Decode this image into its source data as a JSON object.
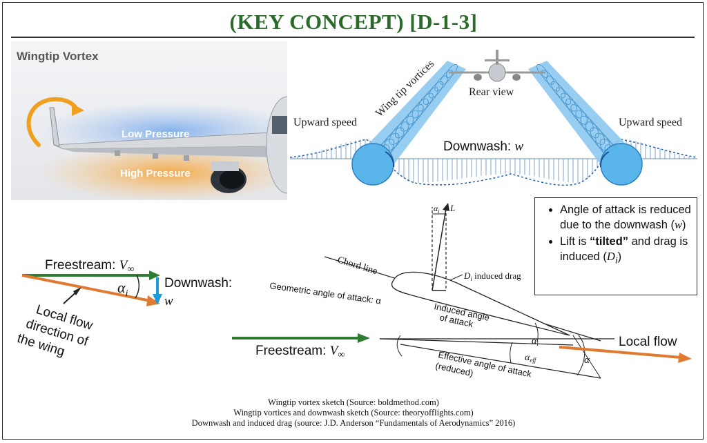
{
  "title": "(KEY CONCEPT) [D-1-3]",
  "photo": {
    "label": "Wingtip Vortex",
    "low_pressure": "Low Pressure",
    "high_pressure": "High Pressure"
  },
  "rear_view": {
    "upward_speed_left": "Upward speed",
    "upward_speed_right": "Upward speed",
    "vortices_label": "Wing tip vortices",
    "rear_view_label": "Rear view",
    "downwash_label": "Downwash: ",
    "downwash_symbol": "w"
  },
  "triangle": {
    "freestream_label": "Freestream: ",
    "freestream_symbol": "V",
    "freestream_sub": "∞",
    "alpha": "α",
    "alpha_sub": "i",
    "downwash_label": "Downwash:",
    "downwash_symbol": "w",
    "local_flow_lines": [
      "Local flow",
      "direction of",
      "the wing"
    ]
  },
  "airfoil": {
    "chord_line": "Chord line",
    "induced_drag": "induced drag",
    "drag_symbol": "D",
    "drag_sub": "i",
    "lift_symbol": "L",
    "alpha_i_top": "α",
    "alpha_i_top_sub": "i",
    "geometric_aoa": "Geometric angle of attack: α",
    "induced_aoa_1": "Induced angle",
    "induced_aoa_2": "of attack",
    "effective_aoa_1": "Effective angle of attack",
    "effective_aoa_2": "(reduced)",
    "freestream_label": "Freestream: ",
    "freestream_symbol": "V",
    "freestream_sub": "∞",
    "local_flow": "Local flow",
    "alpha": "α",
    "alpha_i": "α",
    "alpha_i_sub": "i",
    "alpha_eff": "α",
    "alpha_eff_sub": "eff"
  },
  "notes": {
    "bullet1_a": "Angle of attack is reduced due to the downwash (",
    "bullet1_sym": "w",
    "bullet1_b": ")",
    "bullet2_a": "Lift is ",
    "bullet2_bold": "“tilted”",
    "bullet2_b": " and drag is induced (",
    "bullet2_sym": "D",
    "bullet2_sub": "i",
    "bullet2_c": ")"
  },
  "sources": [
    "Wingtip vortex sketch (Source: boldmethod.com)",
    "Wingtip vortices and downwash sketch (Source: theoryofflights.com)",
    "Downwash and induced drag (source: J.D. Anderson “Fundamentals of Aerodynamics” 2016)"
  ],
  "colors": {
    "title_green": "#2a6a2a",
    "freestream_green": "#2e7d32",
    "local_flow_orange": "#e07a30",
    "downwash_blue": "#1f9bd7",
    "vortex_blue": "#4ab0e8"
  }
}
